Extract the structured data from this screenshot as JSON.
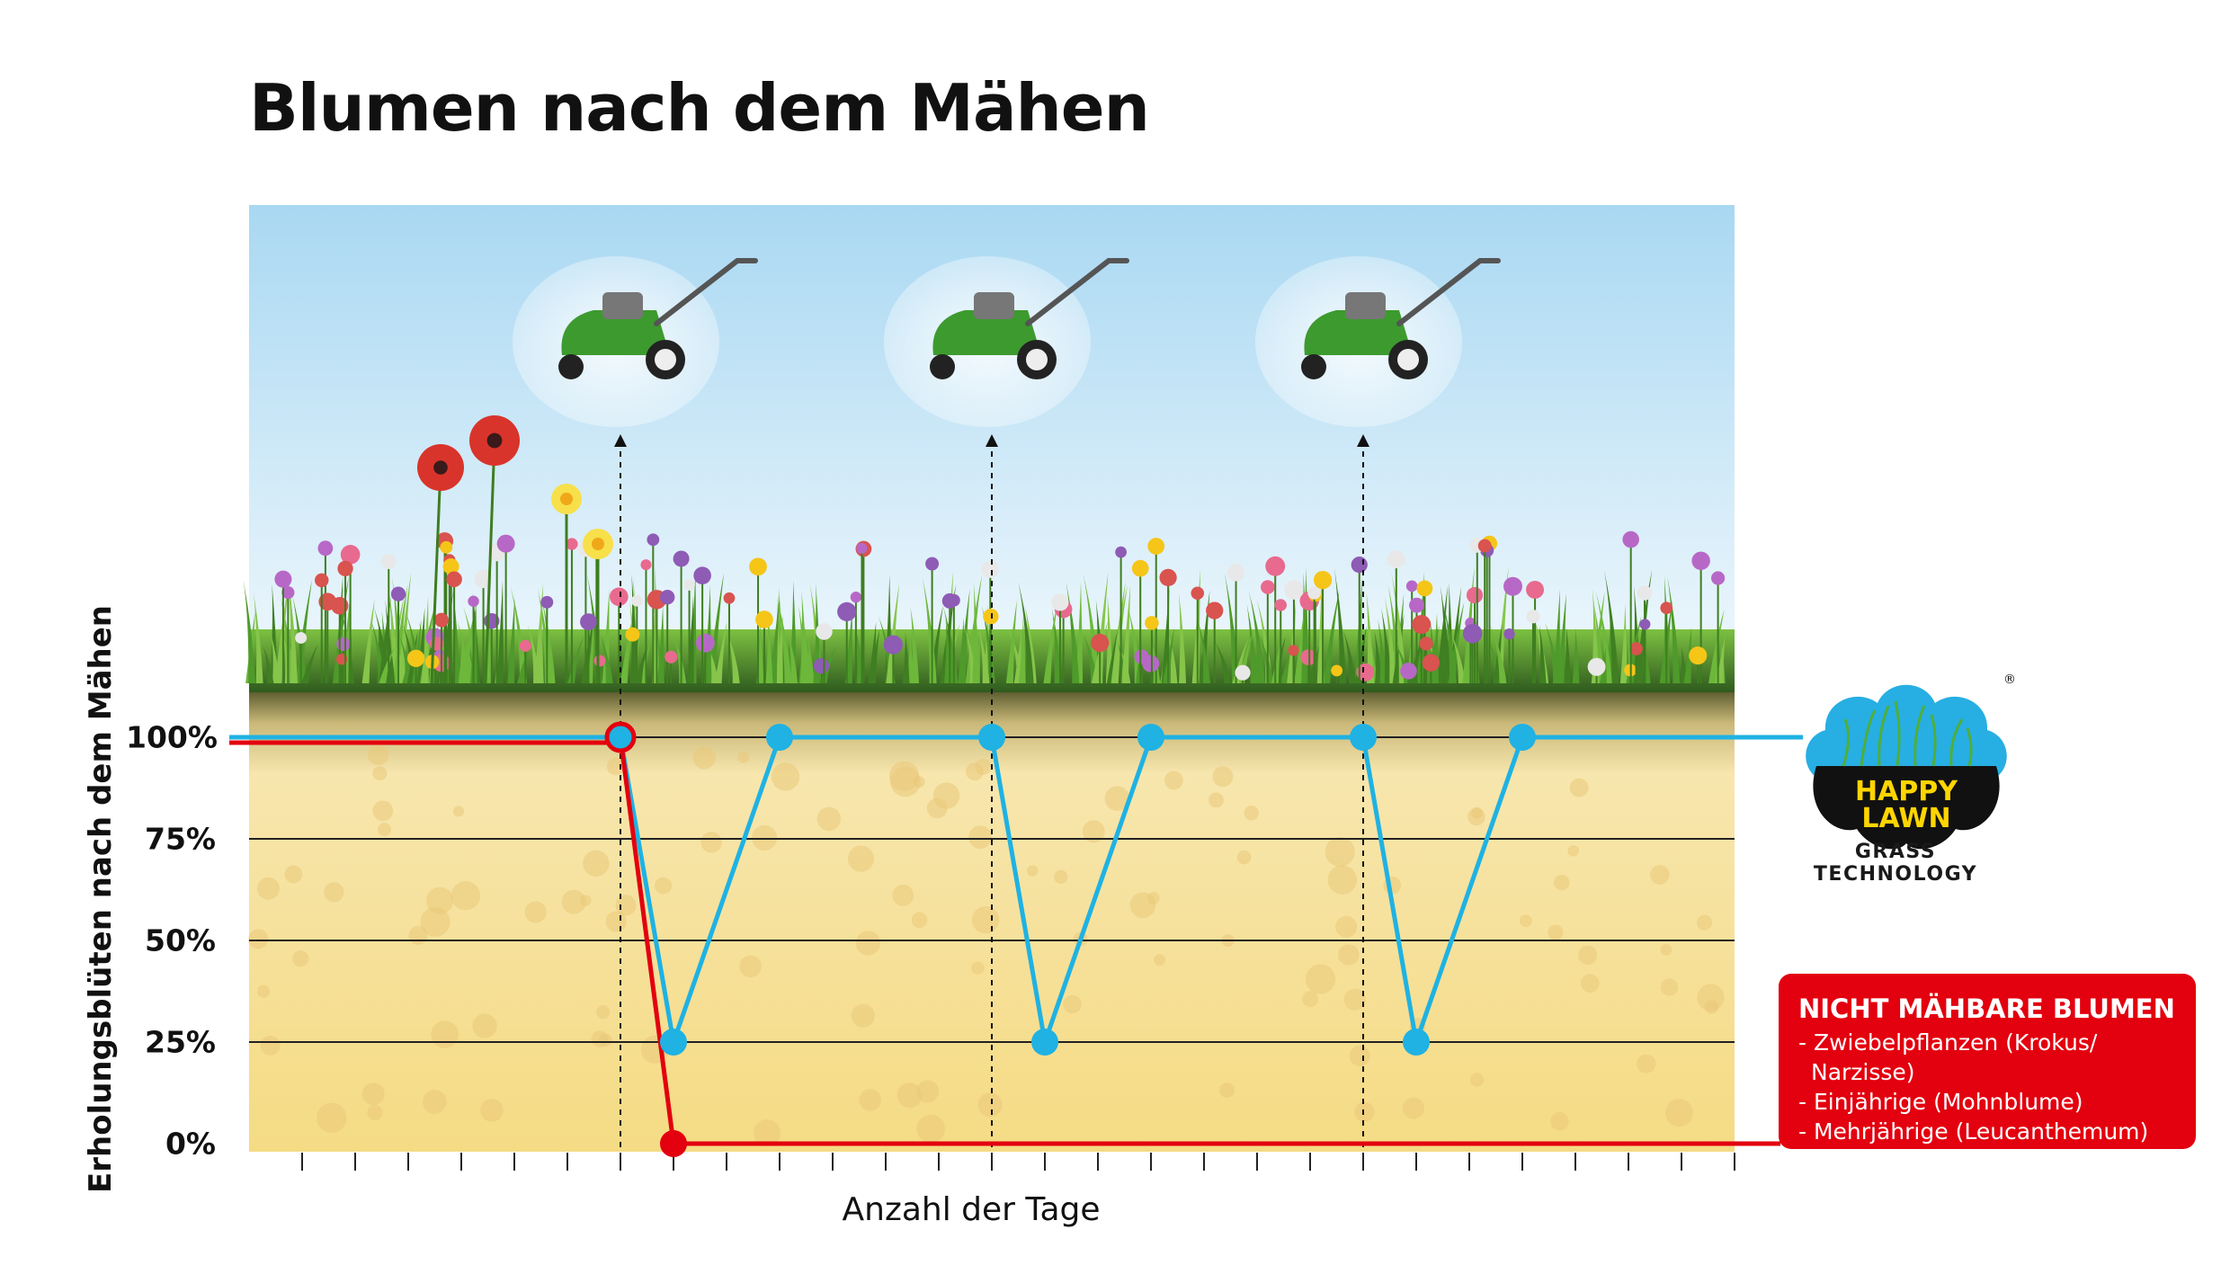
{
  "title": "Blumen nach dem Mähen",
  "chart_data": {
    "type": "line",
    "ylabel": "Erholungsblüten nach dem Mähen",
    "xlabel": "Anzahl der Tage",
    "yticks": [
      "100%",
      "75%",
      "50%",
      "25%",
      "0%"
    ],
    "ylim": [
      0,
      100
    ],
    "grid": true,
    "x_tick_count": 28,
    "mowing_events_x": [
      7,
      14,
      21
    ],
    "series": [
      {
        "color": "#1fb2e3",
        "points": [
          {
            "x": 7,
            "y": 100
          },
          {
            "x": 8,
            "y": 25
          },
          {
            "x": 10,
            "y": 100
          },
          {
            "x": 14,
            "y": 100
          },
          {
            "x": 15,
            "y": 25
          },
          {
            "x": 17,
            "y": 100
          },
          {
            "x": 21,
            "y": 100
          },
          {
            "x": 22,
            "y": 25
          },
          {
            "x": 24,
            "y": 100
          }
        ]
      },
      {
        "color": "#e3000f",
        "points": [
          {
            "x": 7,
            "y": 100
          },
          {
            "x": 8,
            "y": 0
          }
        ]
      }
    ]
  },
  "brand": {
    "line1": "HAPPY",
    "line2": "LAWN",
    "subtitle": "GRASS TECHNOLOGY",
    "registered": "®"
  },
  "info_box": {
    "title": "NICHT MÄHBARE BLUMEN",
    "items": [
      "- Zwiebelpflanzen (Krokus/",
      "Narzisse)",
      "- Einjährige (Mohnblume)",
      "- Mehrjährige (Leucanthemum)"
    ]
  },
  "colors": {
    "happy_lawn_line": "#1fb2e3",
    "non_mowable_line": "#e3000f",
    "soil": "#f7e2a0",
    "sky": "#d6ebf7",
    "grass": "#5aa032"
  }
}
